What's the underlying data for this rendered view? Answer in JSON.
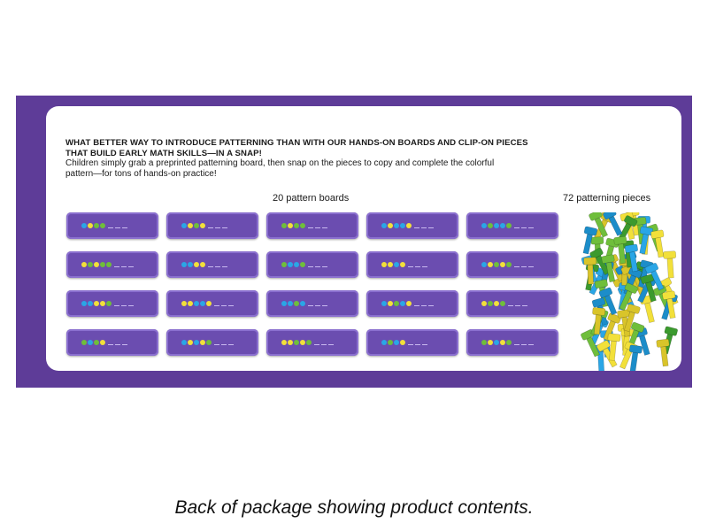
{
  "headline_line1": "WHAT BETTER WAY TO INTRODUCE PATTERNING THAN WITH OUR HANDS-ON BOARDS AND CLIP-ON PIECES",
  "headline_line2": "THAT BUILD EARLY MATH SKILLS—IN A SNAP!",
  "body_line1": "Children simply grab a preprinted patterning board, then snap on the pieces to copy and complete the colorful",
  "body_line2": "pattern—for tons of hands-on practice!",
  "label_boards": "20 pattern boards",
  "label_pieces": "72 patterning pieces",
  "caption": "Back of package showing product contents.",
  "colors": {
    "purple": "#5e3c98",
    "board": "#6b4db0",
    "blue": "#2aa6e6",
    "yellow": "#f2e03a",
    "green": "#6fbe3b"
  },
  "boards": [
    [
      "b",
      "y",
      "g",
      "g"
    ],
    [
      "b",
      "y",
      "g",
      "y"
    ],
    [
      "g",
      "y",
      "g",
      "g"
    ],
    [
      "b",
      "y",
      "b",
      "b",
      "y"
    ],
    [
      "b",
      "g",
      "b",
      "b",
      "g"
    ],
    [
      "y",
      "g",
      "y",
      "g",
      "g"
    ],
    [
      "b",
      "b",
      "y",
      "y"
    ],
    [
      "g",
      "b",
      "b",
      "g"
    ],
    [
      "y",
      "y",
      "b",
      "y"
    ],
    [
      "b",
      "y",
      "g",
      "y",
      "g"
    ],
    [
      "b",
      "b",
      "y",
      "y",
      "g"
    ],
    [
      "y",
      "y",
      "b",
      "b",
      "y"
    ],
    [
      "b",
      "b",
      "g",
      "b"
    ],
    [
      "b",
      "y",
      "g",
      "b",
      "y"
    ],
    [
      "y",
      "g",
      "y",
      "g"
    ],
    [
      "g",
      "b",
      "g",
      "y"
    ],
    [
      "b",
      "y",
      "b",
      "y",
      "g"
    ],
    [
      "y",
      "y",
      "g",
      "y",
      "g"
    ],
    [
      "b",
      "g",
      "b",
      "y"
    ],
    [
      "g",
      "y",
      "b",
      "y",
      "g"
    ]
  ]
}
